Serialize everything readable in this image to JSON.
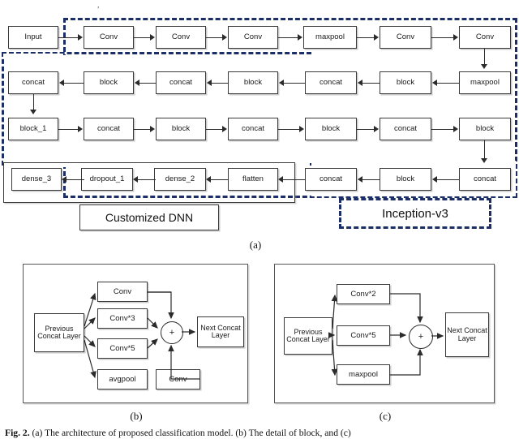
{
  "figure": {
    "caption": "Fig. 2. (a) The architecture of proposed classification model. (b) The detail of block, and (c)",
    "caption_prefix": "Fig. 2.",
    "subcaption_a": "(a)",
    "subcaption_b": "(b)",
    "subcaption_c": "(c)",
    "top_fleck": ","
  },
  "colors": {
    "dash_group": "#1b2f66",
    "node_border": "#3a3a3a",
    "arrow": "#2b2b2b",
    "background": "#ffffff"
  },
  "architecture": {
    "group_labels": {
      "inception": "Inception-v3",
      "customized_dnn": "Customized DNN"
    },
    "row1": [
      {
        "label": "Input"
      },
      {
        "label": "Conv"
      },
      {
        "label": "Conv"
      },
      {
        "label": "Conv"
      },
      {
        "label": "maxpool"
      },
      {
        "label": "Conv"
      },
      {
        "label": "Conv"
      }
    ],
    "row2": [
      {
        "label": "concat"
      },
      {
        "label": "block"
      },
      {
        "label": "concat"
      },
      {
        "label": "block"
      },
      {
        "label": "concat"
      },
      {
        "label": "block"
      },
      {
        "label": "maxpool"
      }
    ],
    "row3": [
      {
        "label": "block_1"
      },
      {
        "label": "concat"
      },
      {
        "label": "block"
      },
      {
        "label": "concat"
      },
      {
        "label": "block"
      },
      {
        "label": "concat"
      },
      {
        "label": "block"
      }
    ],
    "row4": [
      {
        "label": "dense_3"
      },
      {
        "label": "dropout_1"
      },
      {
        "label": "dense_2"
      },
      {
        "label": "flatten"
      },
      {
        "label": "concat"
      },
      {
        "label": "block"
      },
      {
        "label": "concat"
      }
    ]
  },
  "block_detail": {
    "input_label": "Previous Concat Layer",
    "output_label": "Next Concat Layer",
    "merge_symbol": "+",
    "branches": [
      {
        "label": "Conv"
      },
      {
        "label": "Conv*3"
      },
      {
        "label": "Conv*5"
      },
      {
        "label": "avgpool"
      },
      {
        "label": "Conv"
      }
    ]
  },
  "block_1_detail": {
    "input_label": "Previous Concat Layer",
    "output_label": "Next Concat Layer",
    "merge_symbol": "+",
    "branches": [
      {
        "label": "Conv*2"
      },
      {
        "label": "Conv*5"
      },
      {
        "label": "maxpool"
      }
    ]
  }
}
